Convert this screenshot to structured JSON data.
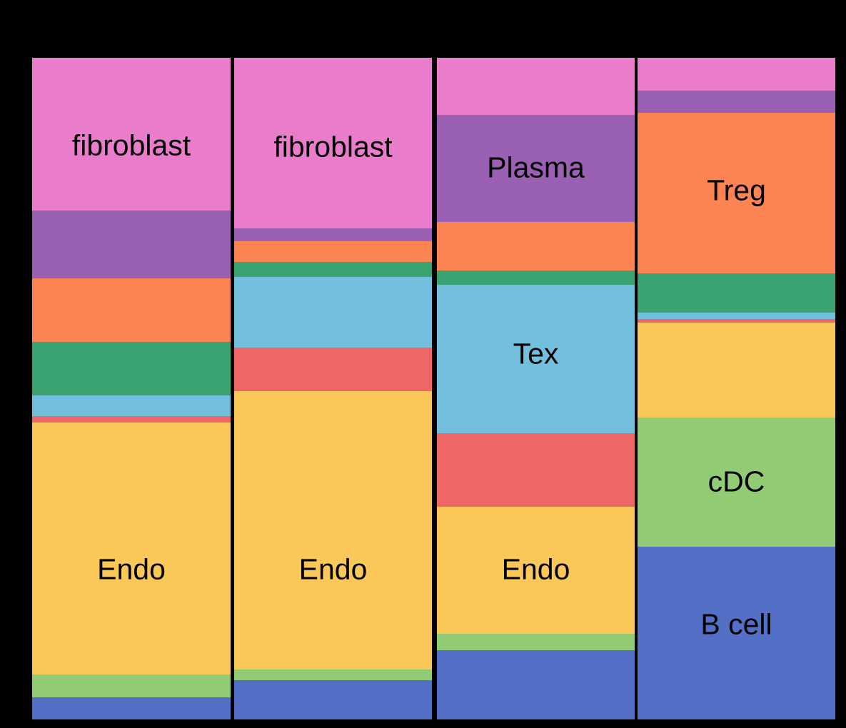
{
  "figure": {
    "background_color": "#000000"
  },
  "chart_data": {
    "type": "bar",
    "subtype": "stacked-percentage-column",
    "orientation": "vertical",
    "n_columns": 4,
    "categories": [
      "",
      "",
      "",
      ""
    ],
    "axis_labels_visible": false,
    "title_visible": false,
    "legend": "none",
    "grid": false,
    "ylim": [
      0,
      100
    ],
    "stack_order": "bottom-to-top",
    "series": [
      {
        "name": "B cell",
        "color": "#5470C6",
        "values": [
          3.3,
          5.9,
          10.5,
          26.1
        ]
      },
      {
        "name": "cDC",
        "color": "#91CC75",
        "values": [
          3.5,
          1.7,
          2.5,
          19.5
        ]
      },
      {
        "name": "Endo",
        "color": "#FAC858",
        "values": [
          38.1,
          42.0,
          19.2,
          14.4
        ]
      },
      {
        "name": "",
        "color": "#EE6666",
        "values": [
          1.0,
          6.6,
          11.1,
          0.5
        ]
      },
      {
        "name": "Tex",
        "color": "#73C0DE",
        "values": [
          3.1,
          10.7,
          22.4,
          1.0
        ]
      },
      {
        "name": "",
        "color": "#3BA272",
        "values": [
          8.1,
          2.3,
          2.2,
          5.9
        ]
      },
      {
        "name": "Treg",
        "color": "#FC8452",
        "values": [
          9.6,
          3.1,
          7.3,
          24.3
        ]
      },
      {
        "name": "Plasma",
        "color": "#9A60B4",
        "values": [
          10.2,
          1.9,
          16.2,
          3.3
        ]
      },
      {
        "name": "fibroblast",
        "color": "#EA7CCC",
        "values": [
          23.1,
          25.8,
          8.6,
          5.0
        ]
      }
    ],
    "bar_labels": [
      {
        "text": "fibroblast",
        "col": 0,
        "y_pct": 13.3
      },
      {
        "text": "fibroblast",
        "col": 1,
        "y_pct": 13.5
      },
      {
        "text": "Plasma",
        "col": 2,
        "y_pct": 16.6
      },
      {
        "text": "Treg",
        "col": 3,
        "y_pct": 20.1
      },
      {
        "text": "Tex",
        "col": 2,
        "y_pct": 44.8
      },
      {
        "text": "Endo",
        "col": 0,
        "y_pct": 77.3
      },
      {
        "text": "Endo",
        "col": 1,
        "y_pct": 77.3
      },
      {
        "text": "Endo",
        "col": 2,
        "y_pct": 77.3
      },
      {
        "text": "cDC",
        "col": 3,
        "y_pct": 64.1
      },
      {
        "text": "B cell",
        "col": 3,
        "y_pct": 85.6
      }
    ],
    "label_text_color": "#000000"
  }
}
